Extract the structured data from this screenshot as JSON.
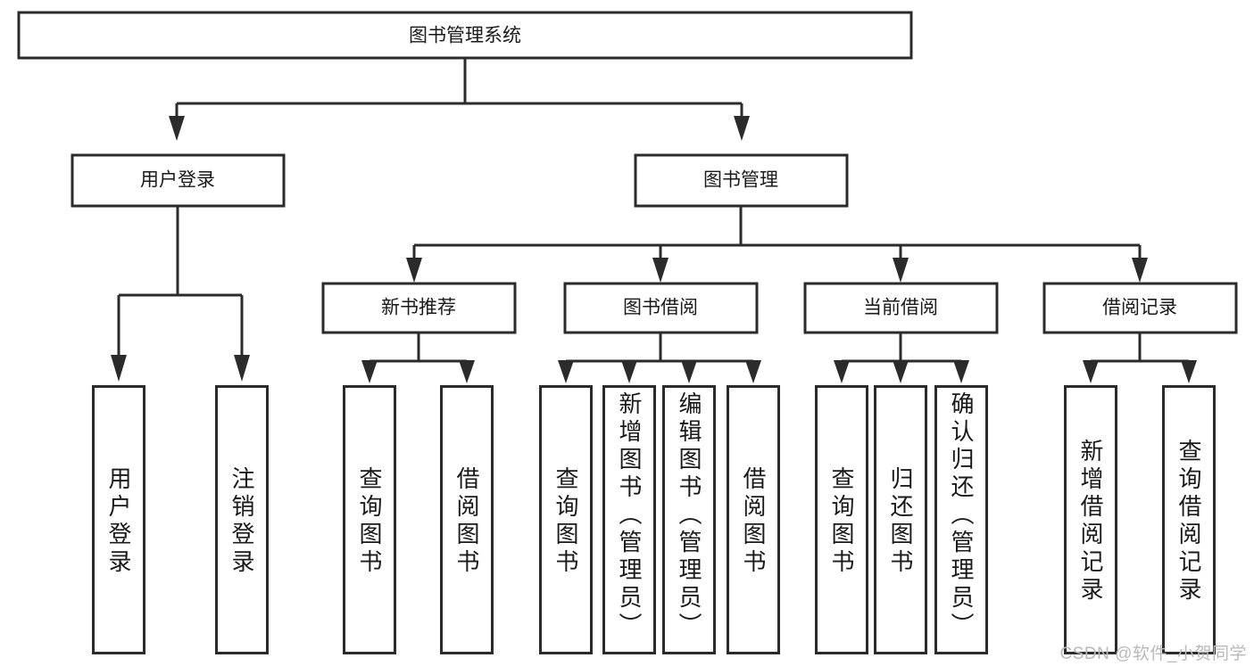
{
  "diagram": {
    "type": "tree-hierarchy",
    "title": "图书管理系统",
    "root": {
      "label": "图书管理系统"
    },
    "level1": [
      {
        "id": "user-login",
        "label": "用户登录"
      },
      {
        "id": "book-manage",
        "label": "图书管理"
      }
    ],
    "level2": [
      {
        "id": "new-book-rec",
        "label": "新书推荐",
        "parent": "book-manage"
      },
      {
        "id": "book-borrow",
        "label": "图书借阅",
        "parent": "book-manage"
      },
      {
        "id": "current-borrow",
        "label": "当前借阅",
        "parent": "book-manage"
      },
      {
        "id": "borrow-record",
        "label": "借阅记录",
        "parent": "book-manage"
      }
    ],
    "leaves": [
      {
        "id": "leaf-user-login",
        "label": "用户登录",
        "parent": "user-login"
      },
      {
        "id": "leaf-logout-login",
        "label": "注销登录",
        "parent": "user-login"
      },
      {
        "id": "leaf-query-book-1",
        "label": "查询图书",
        "parent": "new-book-rec"
      },
      {
        "id": "leaf-borrow-book-1",
        "label": "借阅图书",
        "parent": "new-book-rec"
      },
      {
        "id": "leaf-query-book-2",
        "label": "查询图书",
        "parent": "book-borrow"
      },
      {
        "id": "leaf-add-book",
        "label": "新增图书（管理员）",
        "parent": "book-borrow"
      },
      {
        "id": "leaf-edit-book",
        "label": "编辑图书（管理员）",
        "parent": "book-borrow"
      },
      {
        "id": "leaf-borrow-book-2",
        "label": "借阅图书",
        "parent": "book-borrow"
      },
      {
        "id": "leaf-query-book-3",
        "label": "查询图书",
        "parent": "current-borrow"
      },
      {
        "id": "leaf-return-book",
        "label": "归还图书",
        "parent": "current-borrow"
      },
      {
        "id": "leaf-confirm-return",
        "label": "确认归还（管理员）",
        "parent": "current-borrow"
      },
      {
        "id": "leaf-add-record",
        "label": "新增借阅记录",
        "parent": "borrow-record"
      },
      {
        "id": "leaf-query-record",
        "label": "查询借阅记录",
        "parent": "borrow-record"
      }
    ],
    "colors": {
      "stroke": "#2b2b2b",
      "fill": "#ffffff",
      "text": "#1a1a1a",
      "watermark": "#b9b9b9"
    }
  },
  "watermark": {
    "text": "CSDN @软件_小贺同学"
  }
}
